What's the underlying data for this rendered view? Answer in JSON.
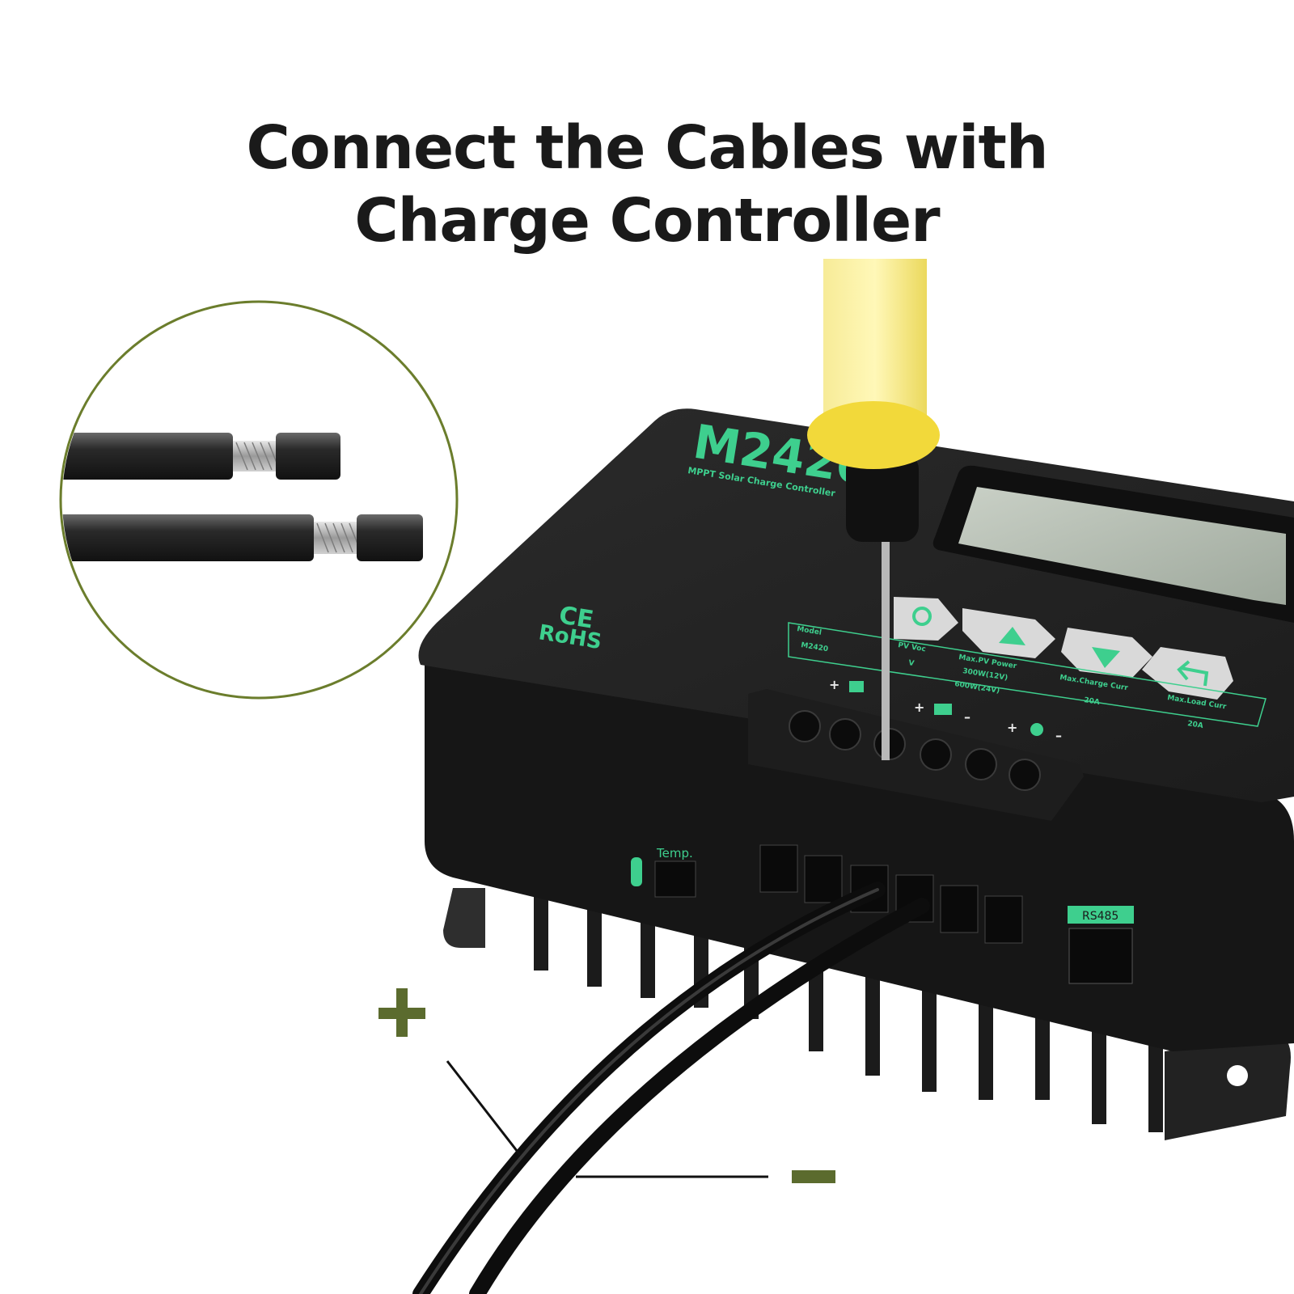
{
  "headline": {
    "line1": "Connect the Cables with",
    "line2": "Charge Controller"
  },
  "device": {
    "model_logo": "M2420",
    "subtitle": "MPPT Solar Charge Controller",
    "cert_mark": "CE",
    "rohs": "RoHS",
    "port_temp_label": "Temp.",
    "port_rs485_label": "RS485",
    "spec_table": {
      "headers": [
        "Model",
        "PV Voc",
        "Max.PV Power",
        "Max.Charge Curr",
        "Max.Load Curr"
      ],
      "model": "M2420",
      "pv_voc": "V",
      "pv_power_12v": "300W(12V)",
      "pv_power_24v": "600W(24V)",
      "charge_curr": "20A",
      "load_curr": "20A"
    },
    "terminal_marks": {
      "pv_plus": "+",
      "bat_plus": "+",
      "bat_minus": "–",
      "load_plus": "+",
      "load_minus": "–"
    }
  },
  "polarity": {
    "plus": "+",
    "minus": "–"
  },
  "colors": {
    "accent": "#5b6b2e",
    "device_green": "#3ecf8e",
    "device_body": "#1f1f1f",
    "screwdriver_handle": "#f2e24a"
  }
}
